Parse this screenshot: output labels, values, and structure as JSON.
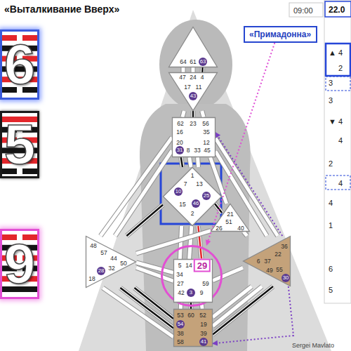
{
  "diagram": {
    "title": "«Выталкивание Вверх»",
    "nodes": [
      {
        "text": [
          "6"
        ]
      },
      {
        "text": [
          "5"
        ]
      },
      {
        "text": [
          "9"
        ]
      },
      {
        "text": [
          "«Примадонна»"
        ]
      },
      {
        "text": [
          "64",
          "61",
          "63"
        ]
      },
      {
        "text": [
          "47",
          "24",
          "4",
          "17",
          "11",
          "43"
        ]
      },
      {
        "text": [
          "62",
          "23",
          "56",
          "16",
          "35",
          "20",
          "12",
          "31",
          "8",
          "33",
          "45"
        ]
      },
      {
        "text": [
          "1",
          "7",
          "13",
          "10",
          "25",
          "15",
          "46",
          "2"
        ]
      },
      {
        "text": [
          "21",
          "51",
          "26",
          "40"
        ]
      },
      {
        "text": [
          "48",
          "57",
          "44",
          "50",
          "28",
          "32",
          "18"
        ]
      },
      {
        "text": [
          "29"
        ]
      },
      {
        "text": [
          "5",
          "14",
          "34",
          "27",
          "59",
          "42",
          "3",
          "9"
        ],
        "in": 10
      },
      {
        "text": [
          "36",
          "22",
          "6",
          "37",
          "49",
          "55",
          "30"
        ]
      },
      {
        "text": [
          "53",
          "60",
          "52",
          "54",
          "19",
          "38",
          "39",
          "58",
          "41"
        ]
      }
    ],
    "edges": [
      {
        "from": 4,
        "to": 5,
        "arrow": "none"
      },
      {
        "from": 4,
        "to": 5,
        "arrow": "none"
      },
      {
        "from": 4,
        "to": 5,
        "arrow": "none"
      },
      {
        "from": 5,
        "to": 6,
        "arrow": "none"
      },
      {
        "from": 5,
        "to": 6,
        "arrow": "none"
      },
      {
        "from": 5,
        "to": 6,
        "arrow": "none"
      },
      {
        "from": 6,
        "to": 7,
        "arrow": "none"
      },
      {
        "from": 6,
        "to": 7,
        "arrow": "none"
      },
      {
        "from": 6,
        "to": 7,
        "arrow": "none"
      },
      {
        "from": 6,
        "to": 8,
        "arrow": "none"
      },
      {
        "from": 6,
        "to": 9,
        "arrow": "none"
      },
      {
        "from": 6,
        "to": 9,
        "arrow": "none"
      },
      {
        "from": 6,
        "to": 12,
        "arrow": "none"
      },
      {
        "from": 6,
        "to": 12,
        "arrow": "none"
      },
      {
        "from": 7,
        "to": 9,
        "arrow": "none"
      },
      {
        "from": 7,
        "to": 11,
        "arrow": "none"
      },
      {
        "from": 7,
        "to": 11,
        "arrow": "none"
      },
      {
        "from": 7,
        "to": 11,
        "arrow": "none"
      },
      {
        "from": 7,
        "to": 8,
        "arrow": "none"
      },
      {
        "from": 8,
        "to": 9,
        "arrow": "none"
      },
      {
        "from": 8,
        "to": 12,
        "arrow": "none"
      },
      {
        "from": 9,
        "to": 11,
        "arrow": "none"
      },
      {
        "from": 9,
        "to": 11,
        "arrow": "none"
      },
      {
        "from": 9,
        "to": 13,
        "arrow": "none"
      },
      {
        "from": 9,
        "to": 13,
        "arrow": "none"
      },
      {
        "from": 9,
        "to": 13,
        "arrow": "none"
      },
      {
        "from": 11,
        "to": 13,
        "arrow": "none"
      },
      {
        "from": 11,
        "to": 13,
        "arrow": "none"
      },
      {
        "from": 11,
        "to": 13,
        "arrow": "none"
      },
      {
        "from": 11,
        "to": 12,
        "arrow": "none"
      },
      {
        "from": 12,
        "to": 13,
        "arrow": "none"
      },
      {
        "from": 12,
        "to": 13,
        "arrow": "none"
      },
      {
        "from": 12,
        "to": 13,
        "arrow": "none"
      },
      {
        "from": 3,
        "to": 10,
        "arrow": "to"
      },
      {
        "from": 12,
        "to": 13,
        "arrow": "to"
      },
      {
        "from": 12,
        "to": 6,
        "arrow": "to"
      }
    ],
    "labels": [
      "09:00",
      "22.0",
      "▲ 4",
      "2",
      "3",
      "3",
      "▼ 4",
      "4",
      "2",
      "4",
      "4",
      "1",
      "6",
      "5",
      "Sergei Mavlato"
    ]
  }
}
